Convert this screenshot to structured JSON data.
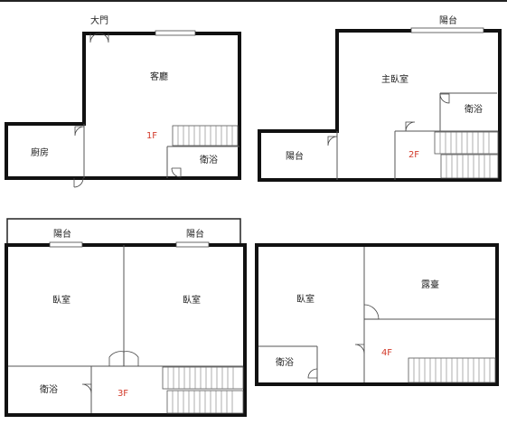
{
  "floors": {
    "f1": {
      "floor_label": "1F",
      "rooms": {
        "entrance": "大門",
        "living": "客廳",
        "kitchen": "廚房",
        "bath": "衛浴"
      }
    },
    "f2": {
      "floor_label": "2F",
      "rooms": {
        "balcony_top": "陽台",
        "master": "主臥室",
        "bath": "衛浴",
        "balcony": "陽台"
      }
    },
    "f3": {
      "floor_label": "3F",
      "rooms": {
        "balcony_left": "陽台",
        "balcony_right": "陽台",
        "bed_left": "臥室",
        "bed_right": "臥室",
        "bath": "衛浴"
      }
    },
    "f4": {
      "floor_label": "4F",
      "rooms": {
        "bedroom": "臥室",
        "terrace": "露臺",
        "bath": "衛浴"
      }
    }
  }
}
